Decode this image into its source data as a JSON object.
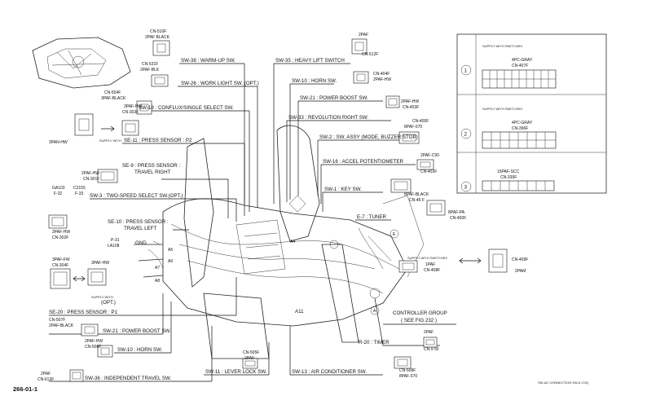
{
  "figure_id": "266-01-1",
  "footer_text": "SW-AC CONNECTION SW-6 CSQ",
  "labels": {
    "sw38": "SW-38 : WARM-UP SW.",
    "sw26": "SW-26 : WORK LIGHT SW. (OPT.)",
    "sw18": "SW-18 : CONFLUX/SINGLE SELECT SW.",
    "se11": "SE-11 : PRESS SENSOR : P2",
    "se9a": "SE-9 : PRESS SENSOR :",
    "se9b": "TRAVEL RIGHT",
    "sw3": "SW-3 : TWO-SPEED SELECT SW.(OPT.)",
    "se10a": "SE-10 : PRESS SENSOR :",
    "se10b": "TRAVEL LEFT",
    "opt": "(OPT.)",
    "se20": "SE-20 : PRESS SENSOR : P1",
    "sw21b": "SW-21 : POWER BOOST SW.",
    "sw10b": "SW-10 : HORN SW.",
    "sw36": "SW-36 : INDEPENDENT TRAVEL SW.",
    "sw11": "SW-11 : LEVER LOCK SW.",
    "sw13": "SW-13 : AIR CONDITIONER SW.",
    "sw35": "SW-35 : HEAVY LIFT SWITCH",
    "sw10a": "SW-10 : HORN SW.",
    "sw21a": "SW-21 : POWER BOOST SW.",
    "sw33": "SW-33 : REVOLUTION RIGHT SW.",
    "sw2": "SW-2 : SW. ASSY (MODE, BUZZER STOP)",
    "sw16": "SW-16 : ACCEL POTENTIOMETER",
    "sw1": "SW-1 : KEY SW.",
    "e7": "E-7 : TUNER",
    "ctrl1": "CONTROLLER GROUP",
    "ctrl2": "( SEE FIG 232 )",
    "r20": "R-20 : TIMER",
    "gnd": "GND",
    "a11": "A11"
  },
  "connectors": {
    "cn510f": "CN-510F",
    "pap_black": "2PAF BLACK",
    "cn531f": "CN-531F",
    "pap_blk2": "2PAF-BLK",
    "cn504f": "CN-504F",
    "pap_black2": "3PAF-BLACK",
    "pap_hw1": "3PAF-HW",
    "cn303f": "CN-303F",
    "pap_hw_left": "3PAN-HW",
    "supply": "SUPPLY WITH",
    "pap_hw2": "2PAF-HW",
    "cn301f": "CN-301F",
    "ga103": "GA103",
    "c2155": "C2155",
    "f32": "F-32",
    "f33": "F-33",
    "pap_hw3": "3PAF-HW",
    "cn302f": "CN-302F",
    "p31": "P-31",
    "la108": "LA108",
    "pap_fw": "3PAF-FW",
    "cn304f": "CN-304F",
    "pap_hw4": "3PAF-HW",
    "supply2": "SUPPLY WITH",
    "cn507f": "CN-507F",
    "pap_black3": "2PAF-BLACK",
    "pap_hw5": "2PAF-HW",
    "cn506f": "CN-506F",
    "pap_left": "2PAF",
    "cn613f": "CN-613F",
    "pap_top": "2PAF",
    "cn512f": "CN-512F",
    "cn404f": "CN-404F",
    "pap_hw6": "2PAF-HW",
    "pap_hw7": "2PAF-HW",
    "cn403f": "CN-403F",
    "cn405f": "CN-405F",
    "pap_070": "8PAF-070",
    "pap_c90": "2PAF-C90",
    "cn402f": "CN-402F",
    "pap_black4": "8PAF-BLACK",
    "cn46f": "CN-46 F",
    "pap_pa": "8PAF-PA",
    "cn400f": "CN-400F",
    "cn409f": "CN-409F",
    "pam": "2PAM",
    "pap1": "1PAF",
    "cn408f": "CN-408F",
    "cn505f": "CN-505F",
    "pap_bot": "2PAF",
    "cn508f": "CN-508F",
    "pap_070b": "8PAF-070",
    "pap_tm": "2PAF",
    "cn9": "CN-9 5F",
    "supply_with": "SUPPLY WITH SWITCHES"
  },
  "side_panel": {
    "items": [
      {
        "num": "1",
        "head": "SUPPLY WITH SWITCHES",
        "sub1": "4PC-GRAY",
        "sub2": "CN-407F"
      },
      {
        "num": "2",
        "head": "SUPPLY WITH SWITCHES",
        "sub1": "4PC-GRAY",
        "sub2": "CN-396F"
      },
      {
        "num": "3",
        "head": "15PAF-SCC",
        "sub1": "CN-335F",
        "sub2": ""
      }
    ]
  },
  "callouts": {
    "a": "A",
    "e": "E",
    "a5": "A5",
    "a6": "A6",
    "a7": "A7",
    "a8": "A8",
    "a4": "A4"
  }
}
